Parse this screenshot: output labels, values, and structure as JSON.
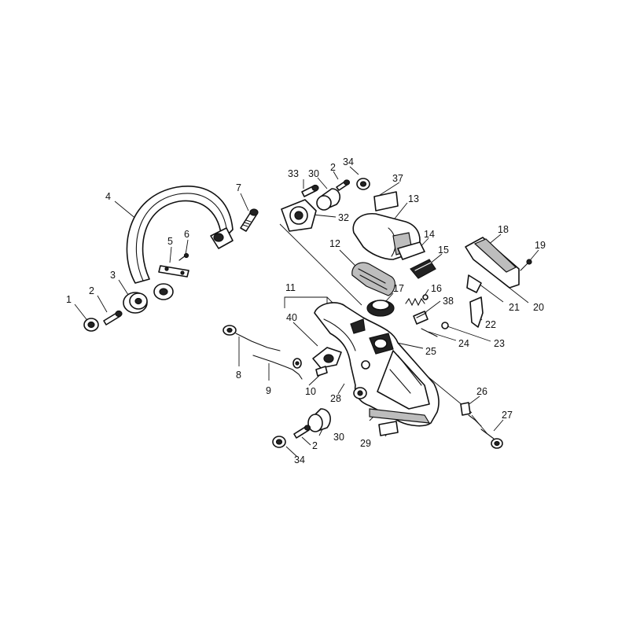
{
  "callouts": [
    {
      "id": "c1",
      "label": "1"
    },
    {
      "id": "c2a",
      "label": "2"
    },
    {
      "id": "c3",
      "label": "3"
    },
    {
      "id": "c4",
      "label": "4"
    },
    {
      "id": "c5",
      "label": "5"
    },
    {
      "id": "c6",
      "label": "6"
    },
    {
      "id": "c7",
      "label": "7"
    },
    {
      "id": "c8",
      "label": "8"
    },
    {
      "id": "c9",
      "label": "9"
    },
    {
      "id": "c10",
      "label": "10"
    },
    {
      "id": "c11",
      "label": "11"
    },
    {
      "id": "c12",
      "label": "12"
    },
    {
      "id": "c13",
      "label": "13"
    },
    {
      "id": "c14",
      "label": "14"
    },
    {
      "id": "c15",
      "label": "15"
    },
    {
      "id": "c16",
      "label": "16"
    },
    {
      "id": "c17",
      "label": "17"
    },
    {
      "id": "c18",
      "label": "18"
    },
    {
      "id": "c19",
      "label": "19"
    },
    {
      "id": "c20",
      "label": "20"
    },
    {
      "id": "c21",
      "label": "21"
    },
    {
      "id": "c22",
      "label": "22"
    },
    {
      "id": "c23",
      "label": "23"
    },
    {
      "id": "c24",
      "label": "24"
    },
    {
      "id": "c25",
      "label": "25"
    },
    {
      "id": "c26",
      "label": "26"
    },
    {
      "id": "c27",
      "label": "27"
    },
    {
      "id": "c28",
      "label": "28"
    },
    {
      "id": "c29",
      "label": "29"
    },
    {
      "id": "c30a",
      "label": "30"
    },
    {
      "id": "c32",
      "label": "32"
    },
    {
      "id": "c33",
      "label": "33"
    },
    {
      "id": "c2b",
      "label": "2"
    },
    {
      "id": "c34a",
      "label": "34"
    },
    {
      "id": "c37",
      "label": "37"
    },
    {
      "id": "c38",
      "label": "38"
    },
    {
      "id": "c40",
      "label": "40"
    },
    {
      "id": "c30b",
      "label": "30"
    },
    {
      "id": "c2c",
      "label": "2"
    },
    {
      "id": "c34b",
      "label": "34"
    }
  ]
}
